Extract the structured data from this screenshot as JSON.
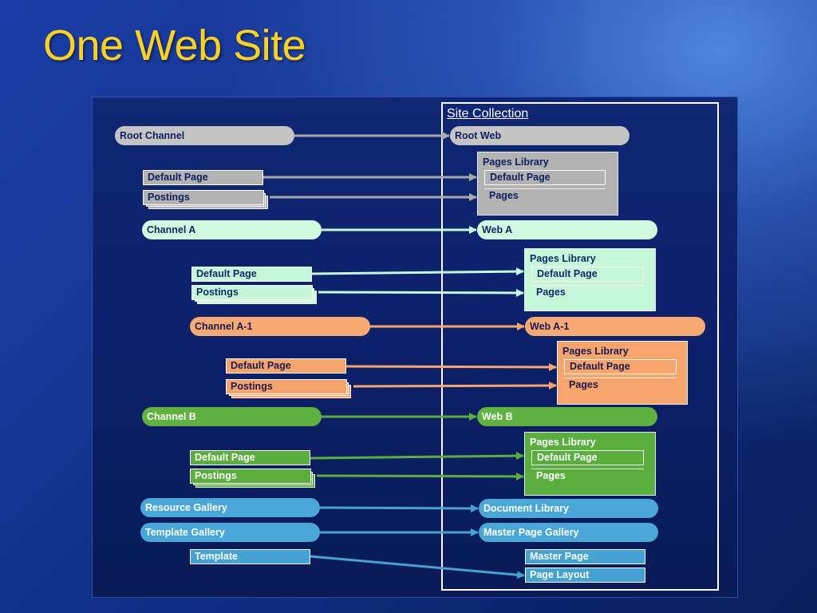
{
  "title": "One Web Site",
  "site_collection_label": "Site Collection",
  "left": {
    "root_channel": "Root Channel",
    "root_default_page": "Default Page",
    "root_postings": "Postings",
    "channel_a": "Channel A",
    "a_default_page": "Default Page",
    "a_postings": "Postings",
    "channel_a1": "Channel A-1",
    "a1_default_page": "Default Page",
    "a1_postings": "Postings",
    "channel_b": "Channel B",
    "b_default_page": "Default Page",
    "b_postings": "Postings",
    "resource_gallery": "Resource Gallery",
    "template_gallery": "Template Gallery",
    "template": "Template"
  },
  "right": {
    "root_web": "Root Web",
    "root_lib_title": "Pages Library",
    "root_lib_default": "Default Page",
    "root_lib_pages": "Pages",
    "web_a": "Web A",
    "a_lib_title": "Pages Library",
    "a_lib_default": "Default Page",
    "a_lib_pages": "Pages",
    "web_a1": "Web A-1",
    "a1_lib_title": "Pages Library",
    "a1_lib_default": "Default Page",
    "a1_lib_pages": "Pages",
    "web_b": "Web B",
    "b_lib_title": "Pages Library",
    "b_lib_default": "Default Page",
    "b_lib_pages": "Pages",
    "document_library": "Document Library",
    "master_page_gallery": "Master Page Gallery",
    "master_page": "Master Page",
    "page_layout": "Page Layout"
  },
  "colors": {
    "title": "#ffd21f",
    "gray": "#b2b2b2",
    "mint": "#c6f7d8",
    "orange": "#f7a56c",
    "green": "#5aae3e",
    "blue": "#45a3d4"
  }
}
